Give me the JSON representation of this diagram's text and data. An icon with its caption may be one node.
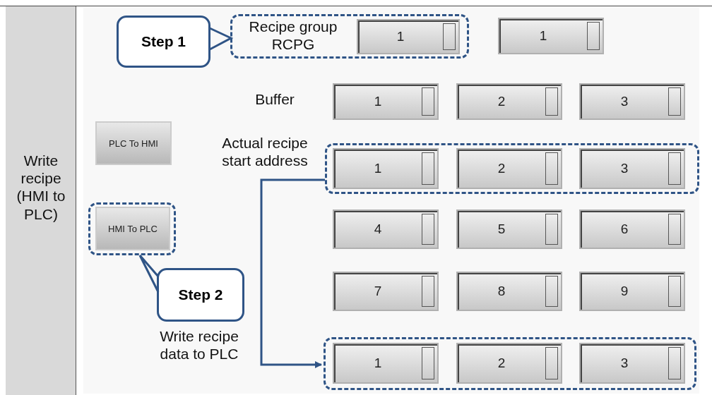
{
  "diagram": {
    "nodes": [
      {
        "text": [
          "Step 1"
        ]
      },
      {
        "text": [
          "Recipe group RCPG"
        ]
      },
      {
        "text": [
          "1"
        ],
        "in": 1
      },
      {
        "text": [
          "1"
        ]
      },
      {
        "text": [
          "1"
        ]
      },
      {
        "text": [
          "2"
        ]
      },
      {
        "text": [
          "3"
        ]
      },
      {
        "text": [
          "PLC To HMI"
        ]
      },
      {
        "text": [],
        "shape": "box"
      },
      {
        "text": [
          "HMI To PLC"
        ],
        "in": 8
      },
      {
        "text": [],
        "shape": "box"
      },
      {
        "text": [
          "1"
        ],
        "in": 10
      },
      {
        "text": [
          "2"
        ],
        "in": 10
      },
      {
        "text": [
          "3"
        ],
        "in": 10
      },
      {
        "text": [
          "4"
        ]
      },
      {
        "text": [
          "5"
        ]
      },
      {
        "text": [
          "6"
        ]
      },
      {
        "text": [
          "7"
        ]
      },
      {
        "text": [
          "8"
        ]
      },
      {
        "text": [
          "9"
        ]
      },
      {
        "text": [
          "Step 2"
        ],
        "beside": [
          "Write recipe data to PLC"
        ]
      },
      {
        "text": [],
        "shape": "box"
      },
      {
        "text": [
          "1"
        ],
        "in": 21
      },
      {
        "text": [
          "2"
        ],
        "in": 21
      },
      {
        "text": [
          "3"
        ],
        "in": 21
      }
    ],
    "edges": [
      {
        "from": 0,
        "to": 1,
        "arrow": "to"
      },
      {
        "from": 20,
        "to": 8,
        "arrow": "none"
      },
      {
        "from": 10,
        "to": 21,
        "arrow": "to"
      }
    ],
    "labels": [
      "Write recipe (HMI to PLC)",
      "Buffer",
      "Actual recipe start address"
    ]
  }
}
